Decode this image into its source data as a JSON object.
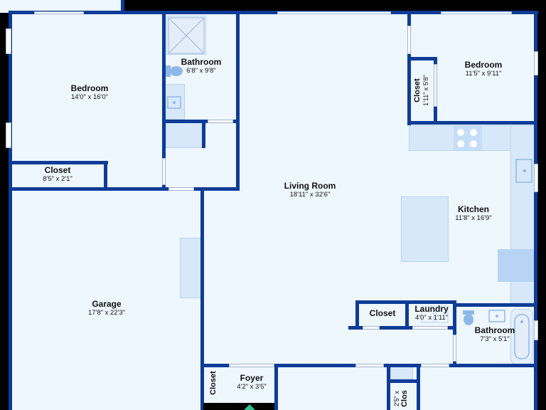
{
  "rooms": {
    "bedroom_left": {
      "name": "Bedroom",
      "dims": "14'0\" x 16'0\""
    },
    "bathroom_top": {
      "name": "Bathroom",
      "dims": "6'8\" x 9'8\""
    },
    "bedroom_right": {
      "name": "Bedroom",
      "dims": "11'5\" x 9'11\""
    },
    "closet_bedroom_right": {
      "name": "Closet",
      "dims": "1'11\" x 5'8\""
    },
    "closet_left": {
      "name": "Closet",
      "dims": "8'5\" x 2'1\""
    },
    "living_room": {
      "name": "Living Room",
      "dims": "18'11\" x 32'6\""
    },
    "kitchen": {
      "name": "Kitchen",
      "dims": "11'8\" x 16'9\""
    },
    "garage": {
      "name": "Garage",
      "dims": "17'8\" x 22'3\""
    },
    "closet_mid": {
      "name": "Closet",
      "dims": ""
    },
    "laundry": {
      "name": "Laundry",
      "dims": "4'0\" x 1'11\""
    },
    "bathroom_bottom": {
      "name": "Bathroom",
      "dims": "7'3\" x 5'1\""
    },
    "closet_foyer": {
      "name": "Closet",
      "dims": ""
    },
    "foyer": {
      "name": "Foyer",
      "dims": "4'2\" x 3'5\""
    },
    "closet_bottom": {
      "name": "Clos",
      "dims": "2'5\" x"
    }
  },
  "colors": {
    "wall": "#0e3c96",
    "floor": "#eef6fe",
    "fixture": "#d7e8fb",
    "entry_marker": "#2fbf8f"
  },
  "icons": [
    "shower-icon",
    "toilet-icon",
    "sink-icon",
    "stove-icon",
    "bathtub-icon",
    "washer-icon",
    "entry-arrow-icon"
  ]
}
